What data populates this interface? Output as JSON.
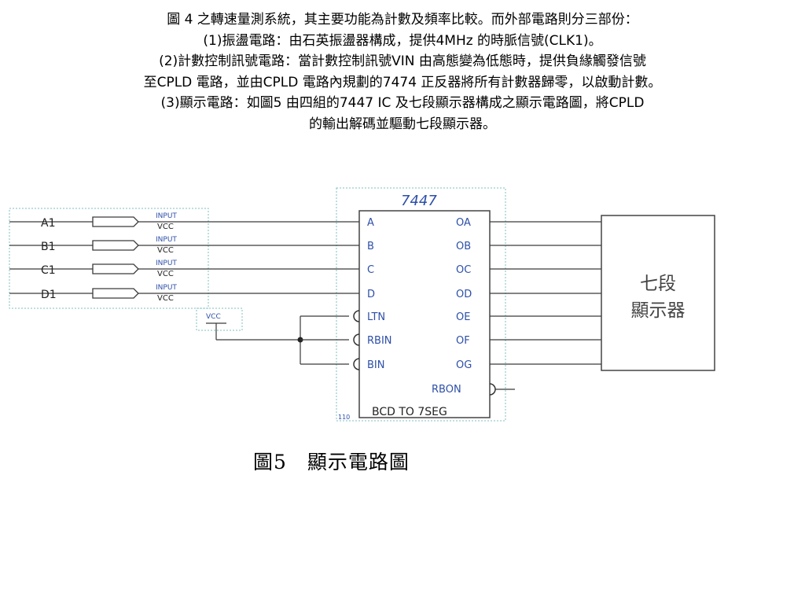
{
  "paragraph": {
    "lines": [
      "圖 4 之轉速量測系統，其主要功能為計數及頻率比較。而外部電路則分三部份：",
      "(1)振盪電路：由石英振盪器構成，提供4MHz 的時脈信號(CLK1)。",
      "(2)計數控制訊號電路：當計數控制訊號VIN 由高態變為低態時，提供負緣觸發信號",
      "至CPLD 電路，並由CPLD 電路內規劃的7474 正反器將所有計數器歸零，以啟動計數。",
      "(3)顯示電路：如圖5 由四組的7447 IC 及七段顯示器構成之顯示電路圖，將CPLD",
      "的輸出解碼並驅動七段顯示器。"
    ]
  },
  "circuit": {
    "chip_name": "7447",
    "chip_function": "BCD TO 7SEG",
    "instance_id": "110",
    "inputs": [
      {
        "label": "A1",
        "pin": "A",
        "port_type": "INPUT",
        "port_default": "VCC"
      },
      {
        "label": "B1",
        "pin": "B",
        "port_type": "INPUT",
        "port_default": "VCC"
      },
      {
        "label": "C1",
        "pin": "C",
        "port_type": "INPUT",
        "port_default": "VCC"
      },
      {
        "label": "D1",
        "pin": "D",
        "port_type": "INPUT",
        "port_default": "VCC"
      }
    ],
    "control_pins": [
      "LTN",
      "RBIN",
      "BIN"
    ],
    "output_pins": [
      "OA",
      "OB",
      "OC",
      "OD",
      "OE",
      "OF",
      "OG"
    ],
    "rbon_pin": "RBON",
    "vcc_label": "VCC",
    "display_label": [
      "七段",
      "顯示器"
    ]
  },
  "caption": "圖5　顯示電路圖",
  "colors": {
    "wire": "#3a3a3a",
    "label_blue": "#2d4fa8",
    "chip_border": "#444444",
    "dotted_frame": "#7fbfbf"
  }
}
